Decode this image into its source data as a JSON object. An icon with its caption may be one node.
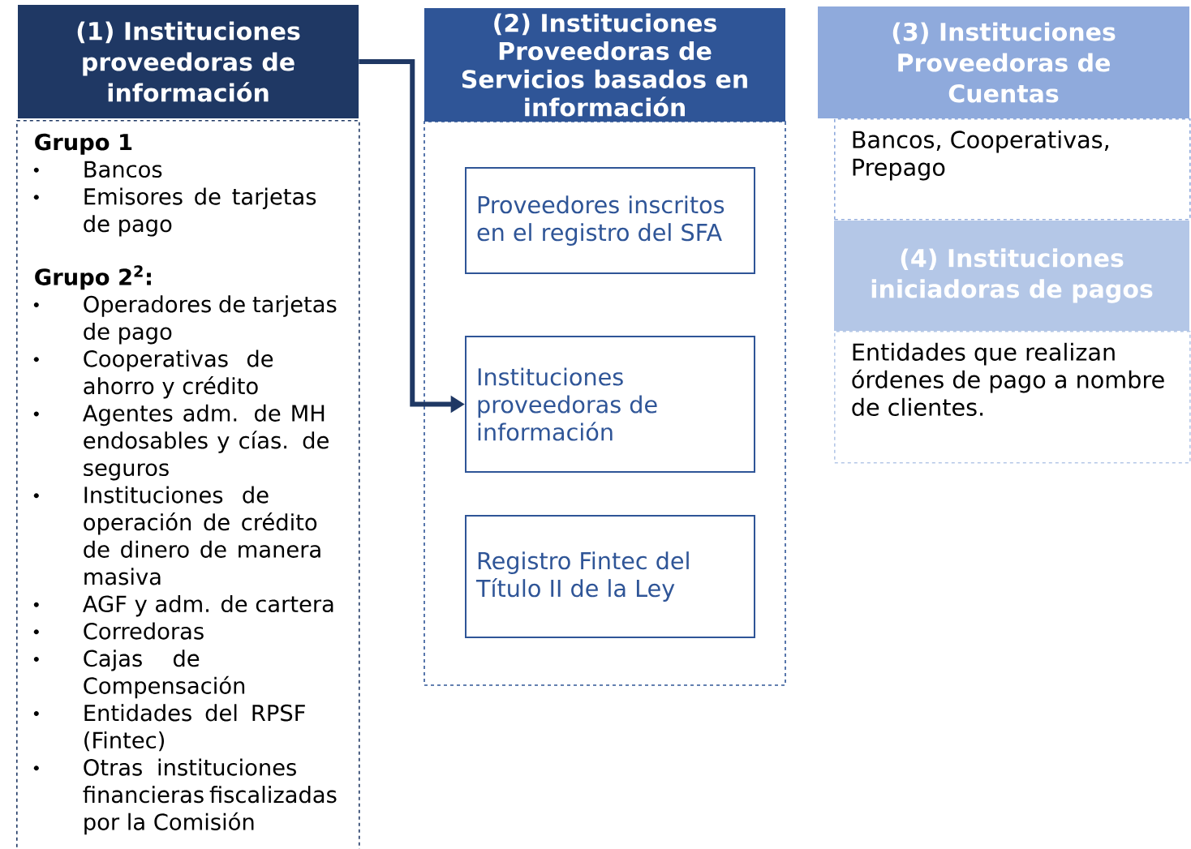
{
  "diagram": {
    "nodes": [
      {
        "text": [
          "(1) Instituciones proveedoras de información"
        ]
      },
      {
        "text": [
          "Grupo 1",
          "Bancos",
          "Emisores de tarjetas de pago",
          "Grupo 2$^{2}$:",
          "Operadores de tarjetas de pago",
          "Cooperativas de ahorro y crédito",
          "Agentes adm. de MH endosables y cías. de seguros",
          "Instituciones de operación de crédito de dinero de manera masiva",
          "AGF y adm. de cartera",
          "Corredoras",
          "Cajas de Compensación",
          "Entidades del RPSF (Fintec)",
          "Otras instituciones financieras fiscalizadas por la Comisión"
        ]
      },
      {
        "text": [
          "(2) Instituciones Proveedoras de Servicios basados en información"
        ]
      },
      {
        "text": [],
        "shape": "box"
      },
      {
        "text": [
          "Proveedores inscritos en el registro del SFA"
        ],
        "in": 3
      },
      {
        "text": [
          "Instituciones proveedoras de información"
        ],
        "in": 3
      },
      {
        "text": [
          "Registro Fintec del Título II de la Ley"
        ],
        "in": 3
      },
      {
        "text": [
          "(3) Instituciones Proveedoras de Cuentas"
        ]
      },
      {
        "text": [
          "Bancos, Cooperativas, Prepago"
        ]
      },
      {
        "text": [
          "(4) Instituciones iniciadoras de pagos"
        ]
      },
      {
        "text": [
          "Entidades que realizan órdenes de pago a nombre de clientes."
        ]
      }
    ],
    "edges": [
      {
        "from": 0,
        "to": 5,
        "arrow": "to"
      }
    ]
  }
}
